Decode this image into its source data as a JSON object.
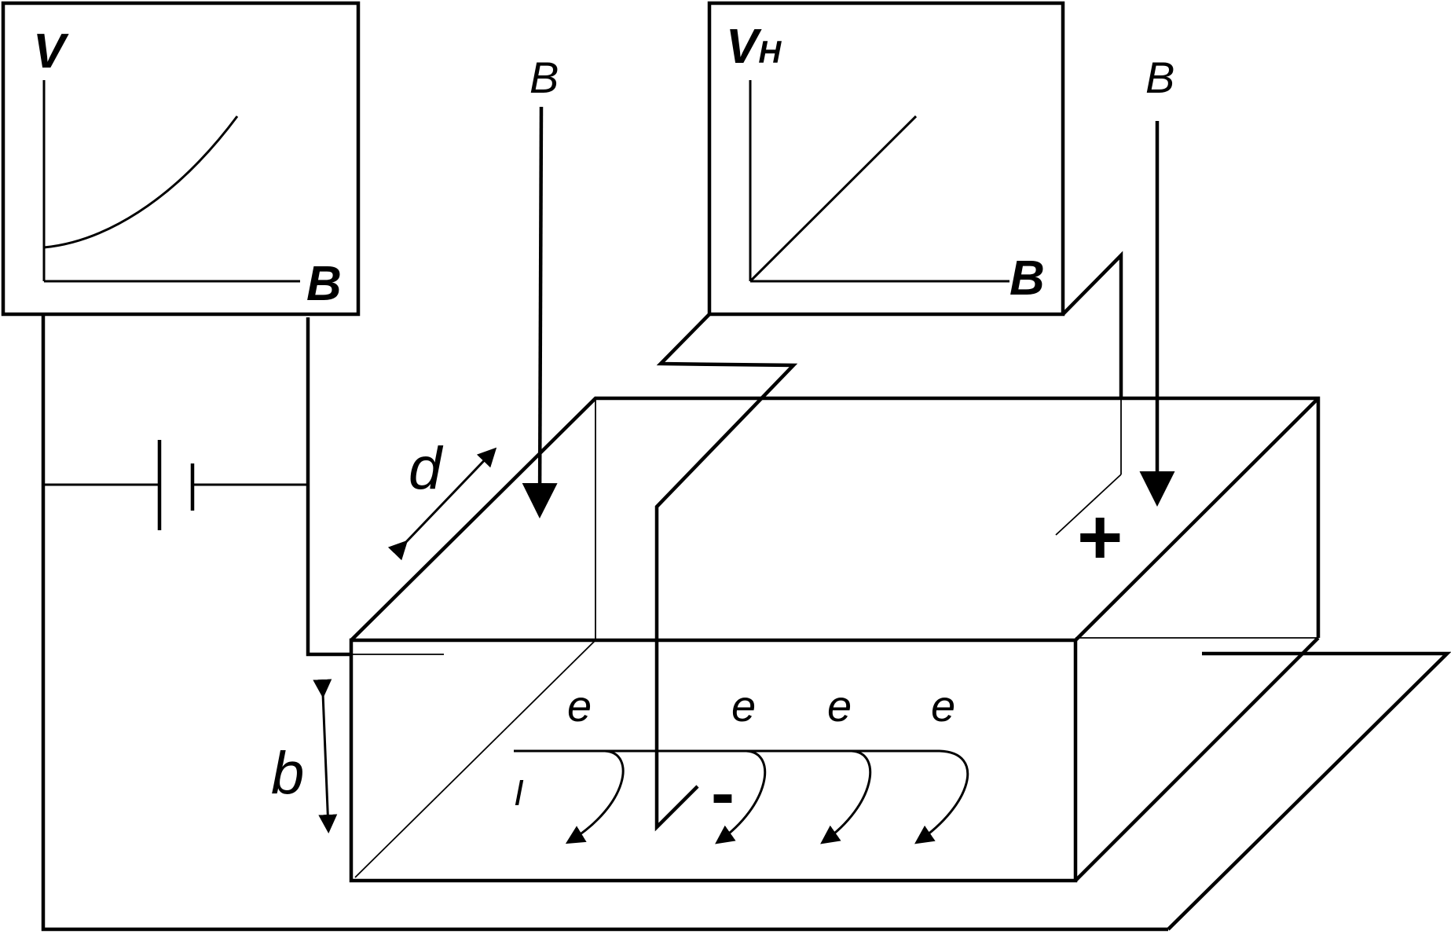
{
  "graph_left": {
    "y_axis": "V",
    "x_axis": "B"
  },
  "graph_right": {
    "y_axis_main": "V",
    "y_axis_sub": "H",
    "x_axis": "B"
  },
  "field_labels": {
    "left": "B",
    "right": "B"
  },
  "dimensions": {
    "d": "d",
    "b": "b"
  },
  "current_label": "I",
  "charges": {
    "positive": "+",
    "negative": "-"
  },
  "electrons": [
    "e",
    "e",
    "e",
    "e"
  ]
}
